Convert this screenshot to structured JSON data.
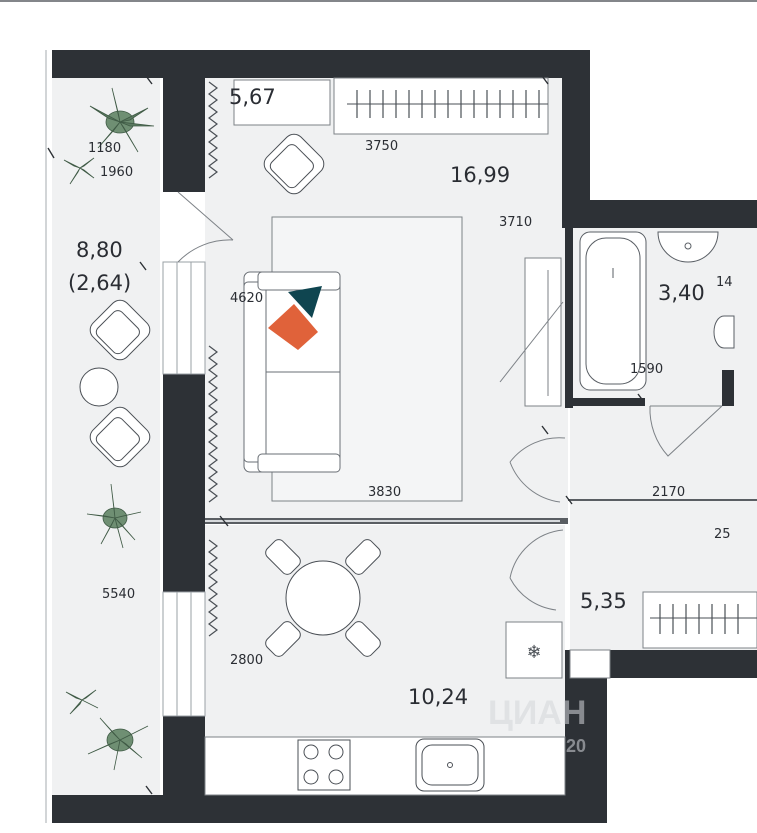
{
  "rooms": {
    "room_small": "5,67",
    "living": "16,99",
    "balcony_area": "8,80",
    "balcony_reduced": "(2,64)",
    "bathroom": "3,40",
    "kitchen": "10,24",
    "hall": "5,35"
  },
  "dimensions": {
    "d1180": "1180",
    "d1960": "1960",
    "d3750": "3750",
    "d3710": "3710",
    "d4620": "4620",
    "d3830": "3830",
    "d1590": "1590",
    "d2170": "2170",
    "d5540": "5540",
    "d2800": "2800",
    "d14": "14",
    "d25": "25"
  },
  "watermark": {
    "brand": "ЦИАН",
    "year": "20"
  },
  "colors": {
    "wall": "#2d3136",
    "floor": "#f0f1f2",
    "accent_teal": "#0f4550",
    "accent_orange": "#e0623a"
  }
}
